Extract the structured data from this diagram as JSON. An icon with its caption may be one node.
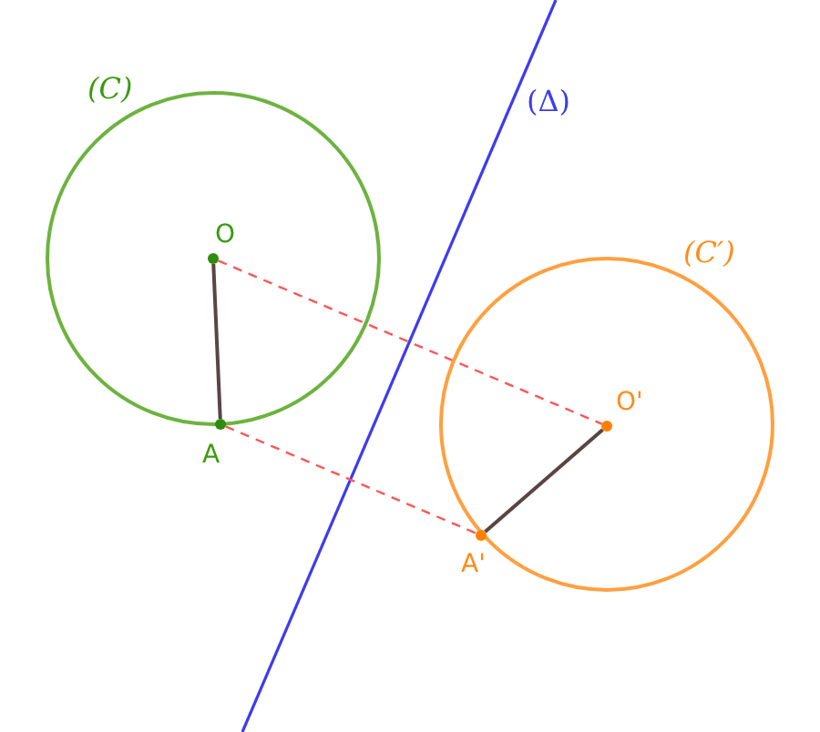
{
  "diagram": {
    "nodes": [
      {
        "text": [
          "(C)"
        ]
      },
      {
        "text": [
          "O"
        ],
        "in": 0
      },
      {
        "text": [
          "A"
        ]
      },
      {
        "text": [
          "(C′)"
        ]
      },
      {
        "text": [
          "O'"
        ],
        "in": 3
      },
      {
        "text": [
          "A'"
        ]
      }
    ],
    "edges": [
      {
        "from": 1,
        "to": 2,
        "arrow": "none"
      },
      {
        "from": 4,
        "to": 5,
        "arrow": "none"
      },
      {
        "from": 1,
        "to": 4,
        "arrow": "none",
        "style": "dashed",
        "color": "#ff5555"
      },
      {
        "from": 2,
        "to": 5,
        "arrow": "none",
        "style": "dashed",
        "color": "#ff5555"
      }
    ],
    "labels": [
      "(Δ)"
    ]
  }
}
